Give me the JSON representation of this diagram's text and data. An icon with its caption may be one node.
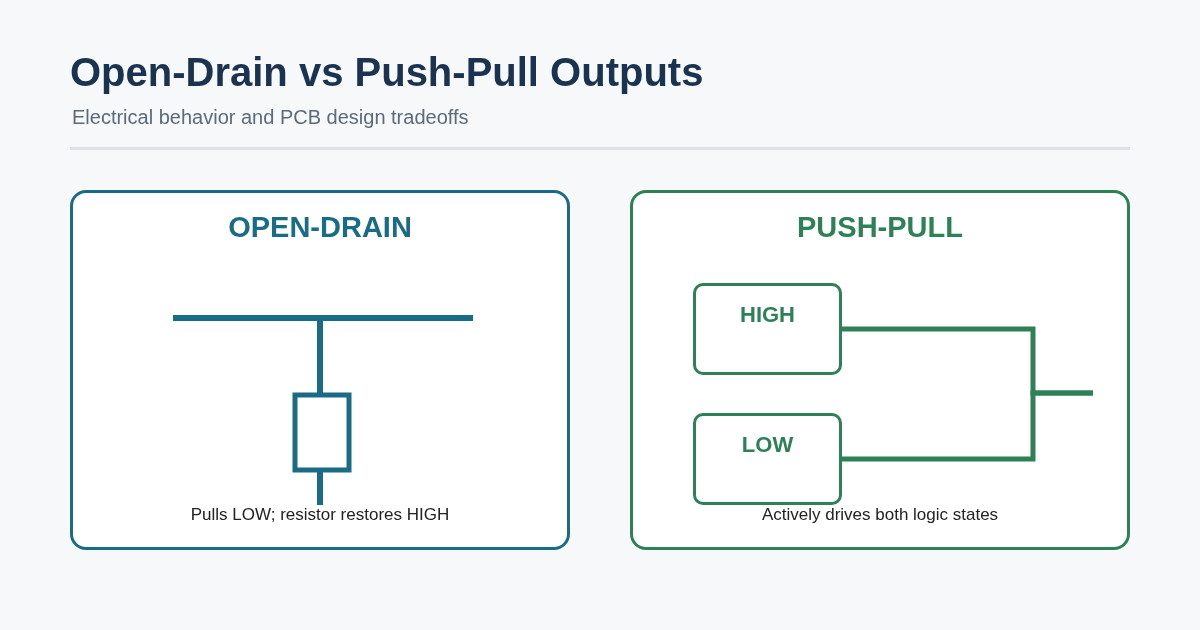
{
  "diagram": {
    "title": "Open-Drain vs Push-Pull Outputs",
    "nodes": [
      {
        "text": [
          "OPEN-DRAIN",
          "Pulls LOW; resistor restores HIGH"
        ]
      },
      {
        "text": [
          "PUSH-PULL",
          "Actively drives both logic states"
        ]
      },
      {
        "text": [
          "HIGH"
        ],
        "in": 1
      },
      {
        "text": [
          "LOW"
        ],
        "in": 1
      }
    ],
    "edges": [
      {
        "from": 2,
        "to": null,
        "arrow": "none"
      },
      {
        "from": 3,
        "to": null,
        "arrow": "none"
      }
    ],
    "labels": [
      "Electrical behavior and PCB design tradeoffs"
    ]
  }
}
